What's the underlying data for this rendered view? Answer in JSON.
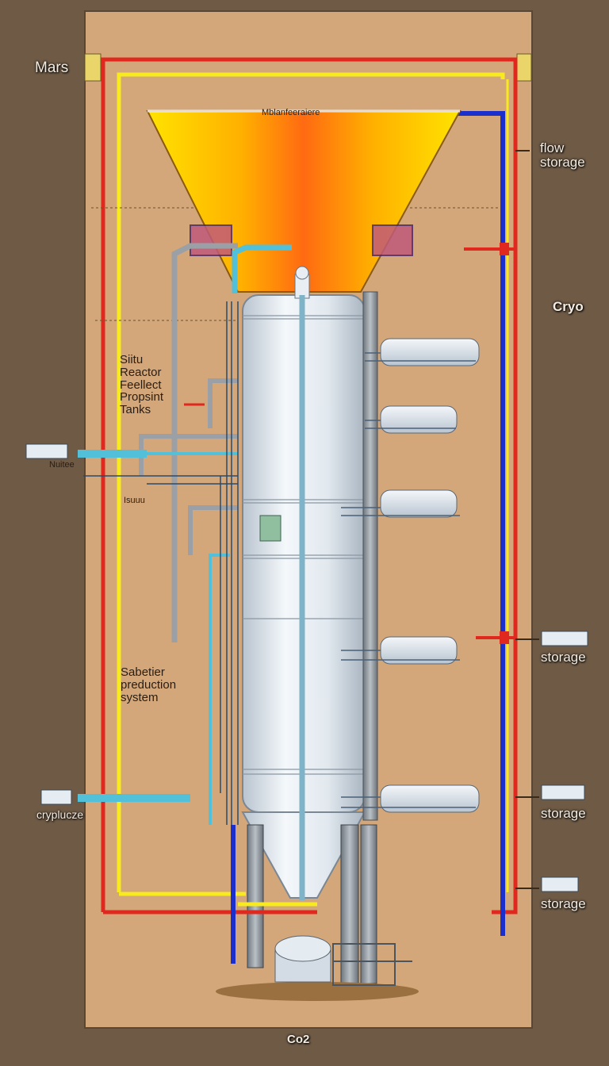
{
  "labels": {
    "mars": "Mars",
    "top_banner": "Mblanfeeraiere",
    "flow_storage": [
      "flow",
      "storage"
    ],
    "cryo": "Cryo",
    "situ_reactor": [
      "Siitu",
      "Reactor",
      "Feellect",
      "Propsint",
      "Tanks"
    ],
    "sabatier": [
      "Sabetier",
      "preduction",
      "system"
    ],
    "left_tag_1": "Nuitee",
    "left_tag_2": "Isuuu",
    "left_tag_3": "cryplucze",
    "storage_1": "storage",
    "storage_2": "storage",
    "storage_3": "storage",
    "co2": "Co2"
  },
  "colors": {
    "background": "#6e5a45",
    "panel": "#d3a77a",
    "pipe_red": "#e0281e",
    "pipe_yellow": "#f7ea1e",
    "pipe_blue": "#1a2fcc",
    "pipe_cyan": "#52c0d8",
    "tank_body": "#dfe6ec",
    "funnel_top": "#ffe300",
    "funnel_mid": "#ff6a12"
  }
}
